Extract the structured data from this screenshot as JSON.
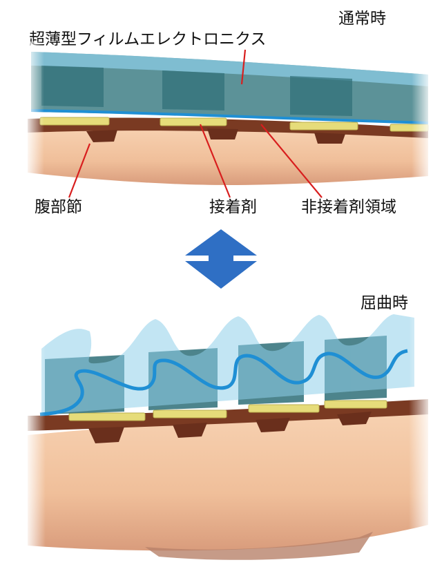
{
  "labels": {
    "film": "超薄型フィルムエレクトロニクス",
    "state_normal": "通常時",
    "state_bent": "屈曲時",
    "segment": "腹部節",
    "adhesive": "接着剤",
    "non_adhesive": "非接着剤領域"
  },
  "colors": {
    "film": "#4fa0c8",
    "film_dark": "#2f6f78",
    "film_edge": "#1f8fd4",
    "adhesive": "#e6dc7a",
    "cuticle": "#7a3a22",
    "body": "#f2c3a0",
    "body_shadow": "#b8826a",
    "leader": "#d81e1e",
    "arrow": "#2f6fc4"
  }
}
